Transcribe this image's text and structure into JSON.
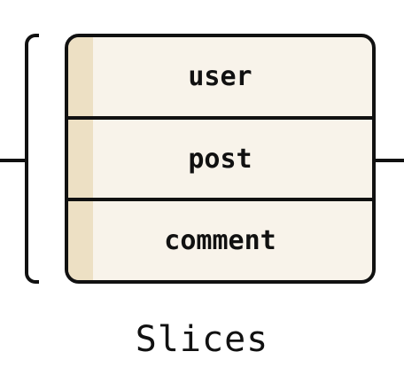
{
  "slices": [
    {
      "label": "user"
    },
    {
      "label": "post"
    },
    {
      "label": "comment"
    }
  ],
  "caption": "Slices",
  "colors": {
    "stroke": "#111111",
    "fill": "#f8f3ea",
    "accent_strip": "#ede0c4",
    "background": "#ffffff"
  }
}
